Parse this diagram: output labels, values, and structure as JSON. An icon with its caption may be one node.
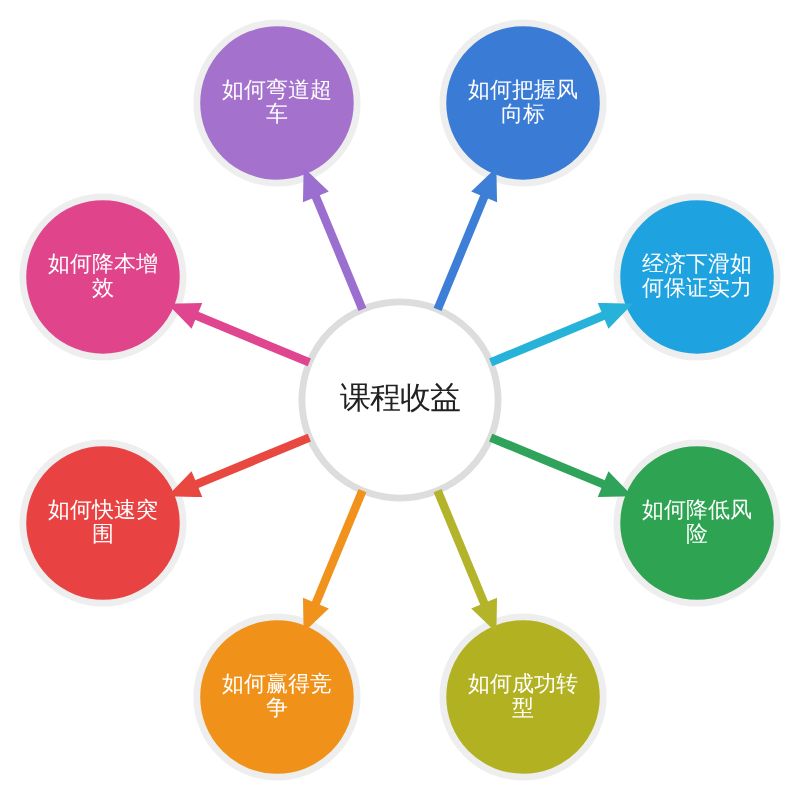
{
  "diagram": {
    "nodes": [
      {
        "text": [
          "课程收益"
        ]
      },
      {
        "text": [
          "经济下滑如何保证实力"
        ]
      },
      {
        "text": [
          "如何把握风向标"
        ]
      },
      {
        "text": [
          "如何弯道超车"
        ]
      },
      {
        "text": [
          "如何降本增效"
        ]
      },
      {
        "text": [
          "如何快速突围"
        ]
      },
      {
        "text": [
          "如何赢得竞争"
        ]
      },
      {
        "text": [
          "如何成功转型"
        ]
      },
      {
        "text": [
          "如何降低风险"
        ]
      }
    ],
    "edges": [
      {
        "from": 0,
        "to": 1,
        "arrow": "to",
        "color": "#27b3d9"
      },
      {
        "from": 0,
        "to": 2,
        "arrow": "to",
        "color": "#3d7fd6"
      },
      {
        "from": 0,
        "to": 3,
        "arrow": "to",
        "color": "#9b6fcf"
      },
      {
        "from": 0,
        "to": 4,
        "arrow": "to",
        "color": "#e0468f"
      },
      {
        "from": 0,
        "to": 5,
        "arrow": "to",
        "color": "#e8483f"
      },
      {
        "from": 0,
        "to": 6,
        "arrow": "to",
        "color": "#f0921c"
      },
      {
        "from": 0,
        "to": 7,
        "arrow": "to",
        "color": "#b3b42a"
      },
      {
        "from": 0,
        "to": 8,
        "arrow": "to",
        "color": "#2fa35a"
      }
    ]
  }
}
